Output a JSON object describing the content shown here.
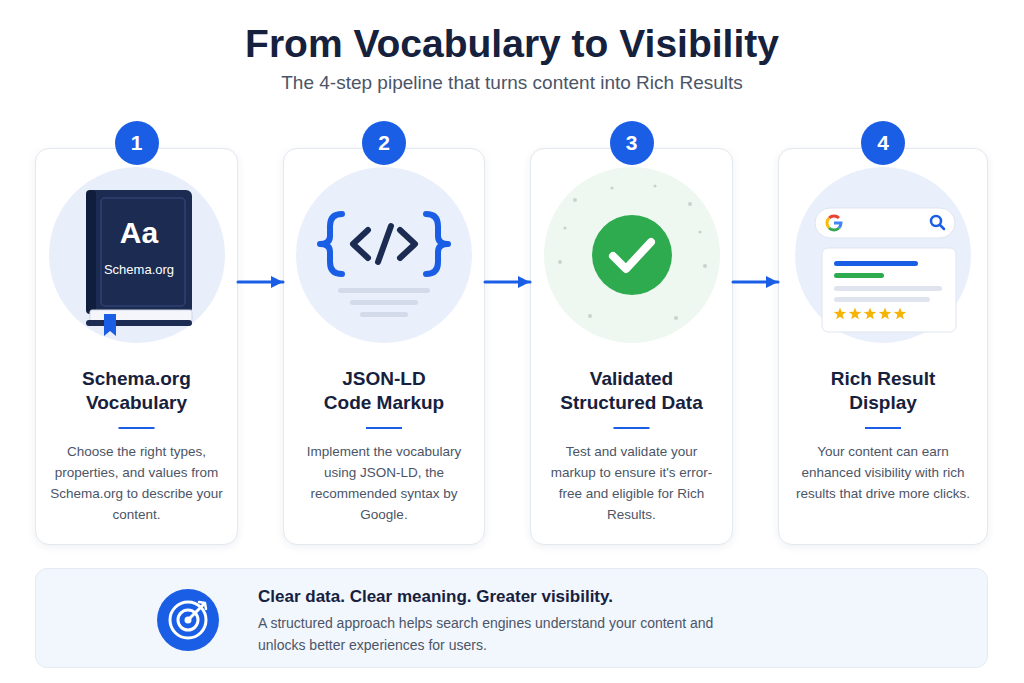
{
  "diagram": {
    "title": "From Vocabulary to Visibility",
    "nodes": [
      {
        "text": [
          "Schema.org Vocabulary",
          "Choose the right types, properties, and values from Schema.org to describe your content."
        ]
      },
      {
        "text": [
          "1"
        ],
        "in": 0
      },
      {
        "text": [
          "JSON-LD Code Markup",
          "Implement the vocabulary using JSON-LD, the recommended syntax by Google."
        ]
      },
      {
        "text": [
          "2"
        ],
        "in": 2
      },
      {
        "text": [
          "Validated Structured Data",
          "Test and validate your markup to ensure it's error-free and eligible for Rich Results."
        ]
      },
      {
        "text": [
          "3"
        ],
        "in": 4
      },
      {
        "text": [
          "Rich Result Display",
          "Your content can earn enhanced visibility with rich results that drive more clicks."
        ]
      },
      {
        "text": [
          "4"
        ],
        "in": 6
      },
      {
        "text": [
          "Clear data. Clear meaning. Greater visibility.",
          "A structured approach helps search engines understand your content and unlocks better experiences for users."
        ]
      }
    ],
    "edges": [
      {
        "from": 0,
        "to": 2,
        "arrow": "to"
      },
      {
        "from": 2,
        "to": 4,
        "arrow": "to"
      },
      {
        "from": 4,
        "to": 6,
        "arrow": "to"
      }
    ],
    "labels": [
      "The 4-step pipeline that turns content into Rich Results",
      "Aa",
      "Schema.org"
    ]
  }
}
